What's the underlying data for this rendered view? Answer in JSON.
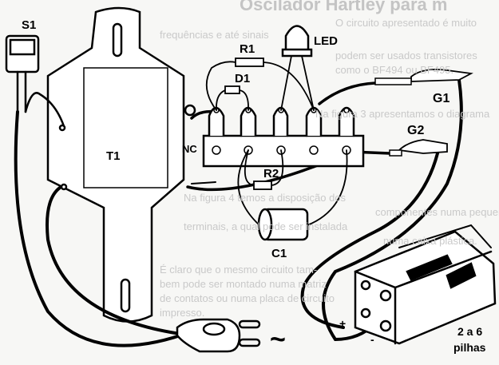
{
  "background_text": {
    "title": "Oscilador Hartley para m",
    "lines": [
      "O circuito apresentado é muito",
      "frequências e até sinais",
      "podem ser usados transistores",
      "como o BF494 ou BF495.",
      "Na figura 3 apresentamos o diagrama",
      "Na figura 4 temos a disposição dos",
      "componentes numa pequena barra de",
      "terminais, a qual pode ser instalada",
      "numa caixa plástica.",
      "É claro que o mesmo circuito tam-",
      "bem pode ser montado numa matriz",
      "de contatos ou numa placa de circuito",
      "impresso."
    ]
  },
  "labels": {
    "switch": "S1",
    "transformer": "T1",
    "r1": "R1",
    "d1": "D1",
    "led": "LED",
    "g1": "G1",
    "g2": "G2",
    "nc": "NC",
    "r2": "R2",
    "c1": "C1",
    "plus": "+",
    "minus": "-",
    "battery_count": "2 a 6",
    "battery_unit": "pilhas",
    "ac_symbol": "~"
  }
}
